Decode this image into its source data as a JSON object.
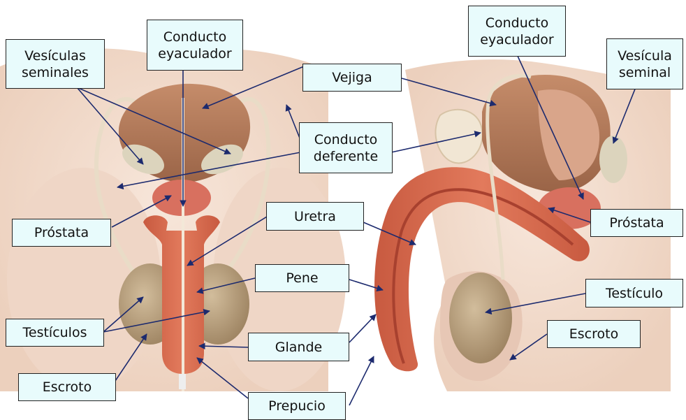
{
  "labels": {
    "conducto_eyaculador_left": "Conducto\neyaculador",
    "vesiculas_seminales": "Vesículas\nseminales",
    "vejiga": "Vejiga",
    "conducto_deferente": "Conducto\ndeferente",
    "prostata_left": "Próstata",
    "uretra": "Uretra",
    "pene": "Pene",
    "testiculos": "Testículos",
    "glande": "Glande",
    "escroto_left": "Escroto",
    "prepucio": "Prepucio",
    "conducto_eyaculador_right": "Conducto\neyaculador",
    "vesicula_seminal": "Vesícula\nseminal",
    "prostata_right": "Próstata",
    "testiculo": "Testículo",
    "escroto_right": "Escroto"
  },
  "colors": {
    "label_fill": "#e8fbfc",
    "label_border": "#222222",
    "leader_line": "#1c2a6e",
    "skin": "#f4ddcf",
    "bladder": "#b97f5f",
    "penile_tissue": "#d9694e",
    "testis": "#bfa886",
    "prostate": "#d76e5e",
    "seminal_vesicle": "#d9d3be"
  }
}
